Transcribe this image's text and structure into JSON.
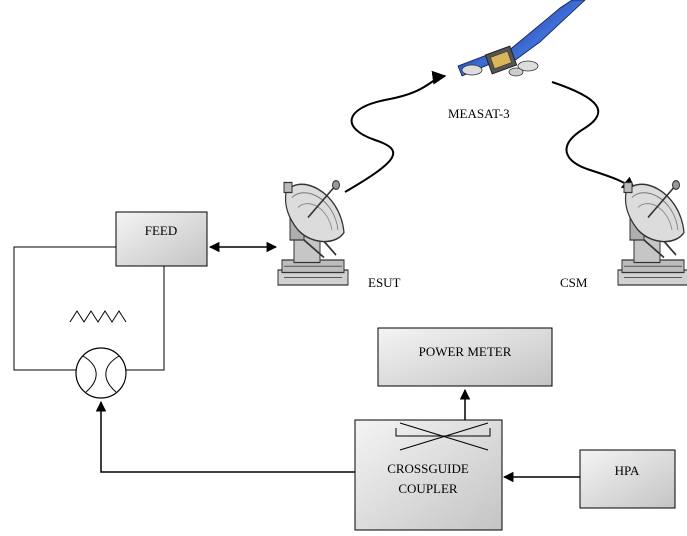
{
  "labels": {
    "satellite": "MEASAT-3",
    "esut": "ESUT",
    "csm": "CSM",
    "feed": "FEED",
    "power_meter": "POWER METER",
    "coupler_line1": "CROSSGUIDE",
    "coupler_line2": "COUPLER",
    "hpa": "HPA"
  },
  "colors": {
    "box_fill_light": "#f2f2f2",
    "box_fill_dark": "#c8c8c8",
    "stroke": "#000000",
    "satellite_panel": "#2a4fb8"
  }
}
